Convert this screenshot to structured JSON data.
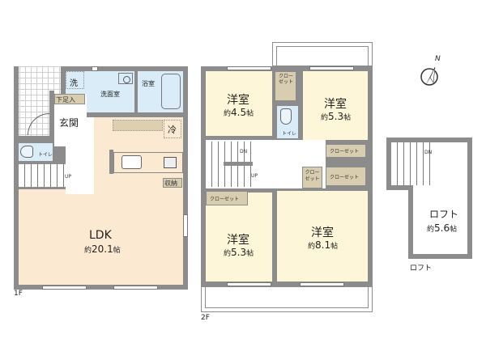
{
  "floors": {
    "first": {
      "label": "1F",
      "rooms": {
        "ldk": {
          "name": "LDK",
          "size_prefix": "約",
          "size": "20.1",
          "size_unit": "帖"
        },
        "entrance": {
          "name": "玄関"
        },
        "shoe_storage": {
          "name": "下足入"
        },
        "washroom": {
          "name": "洗面室"
        },
        "laundry": {
          "name": "洗"
        },
        "bathroom": {
          "name": "浴室"
        },
        "toilet": {
          "name": "トイレ"
        },
        "fridge": {
          "name": "冷"
        },
        "storage": {
          "name": "収納"
        }
      },
      "stairs_label": "UP"
    },
    "second": {
      "label": "2F",
      "rooms": {
        "western_nw": {
          "name": "洋室",
          "size_prefix": "約",
          "size": "4.5",
          "size_unit": "帖"
        },
        "western_ne": {
          "name": "洋室",
          "size_prefix": "約",
          "size": "5.3",
          "size_unit": "帖"
        },
        "western_sw": {
          "name": "洋室",
          "size_prefix": "約",
          "size": "5.3",
          "size_unit": "帖"
        },
        "western_se": {
          "name": "洋室",
          "size_prefix": "約",
          "size": "8.1",
          "size_unit": "帖"
        },
        "toilet": {
          "name": "トイレ"
        },
        "closet_vertical": {
          "name": "クローゼット"
        },
        "closet_ne": {
          "name": "クローゼット"
        },
        "closet_se": {
          "name": "クローゼット"
        },
        "closet_small": {
          "name": "クローゼット"
        },
        "closet_sw": {
          "name": "クローゼット"
        }
      },
      "stairs_dn_label": "DN",
      "stairs_up_label": "UP"
    },
    "loft": {
      "label": "ロフト",
      "rooms": {
        "loft": {
          "name": "ロフト",
          "size_prefix": "約",
          "size": "5.6",
          "size_unit": "帖"
        }
      },
      "stairs_label": "DN"
    }
  },
  "compass": {
    "north_label": "N"
  }
}
